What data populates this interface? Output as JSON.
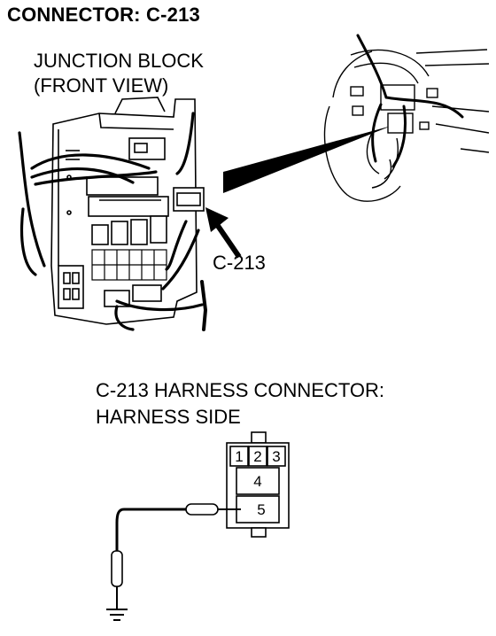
{
  "header": {
    "title": "CONNECTOR: C-213"
  },
  "junction_block": {
    "label_line1": "JUNCTION BLOCK",
    "label_line2": "(FRONT VIEW)",
    "callout": "C-213"
  },
  "harness_connector": {
    "label_line1": "C-213 HARNESS CONNECTOR:",
    "label_line2": "HARNESS SIDE",
    "pins": [
      "1",
      "2",
      "3",
      "4",
      "5"
    ]
  }
}
